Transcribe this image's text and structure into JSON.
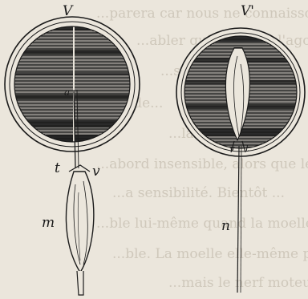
{
  "background_text": [
    "...parera car nous ne connaissons",
    "...abler qui agissent l'ago",
    "...s' analog...",
    "...de...",
    "...la pr...",
    "...abord insensible, alors que le",
    "...a sensibilité. Bientôt ...",
    "...ble lui-même quand la moelle ...",
    "...ble. La moelle elle-même pe...",
    "...mais le nerf moteur est encore"
  ],
  "labels": {
    "left_top": "V",
    "right_top": "V'",
    "a": "a",
    "t": "t",
    "v": "v",
    "m": "m",
    "n": "n",
    "v_right": "v",
    "t_right": "t"
  },
  "colors": {
    "ink": "#1b1b1b",
    "paper": "#ebe6dc"
  }
}
